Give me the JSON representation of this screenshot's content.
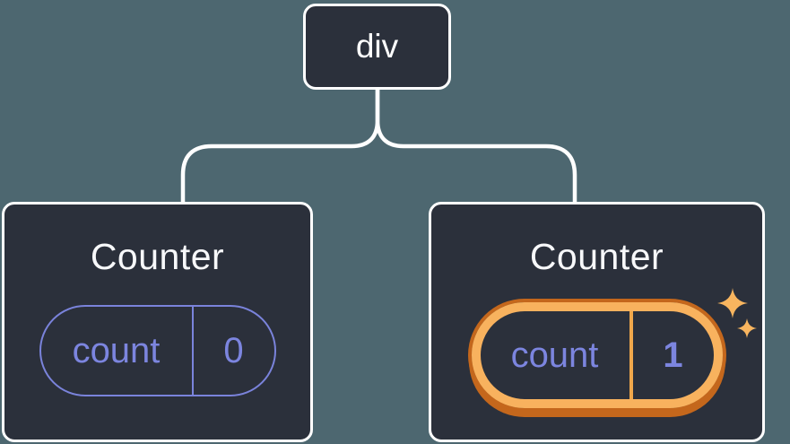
{
  "diagram": {
    "root": {
      "label": "div"
    },
    "counters": [
      {
        "title": "Counter",
        "state": {
          "label": "count",
          "value": "0"
        },
        "highlighted": false
      },
      {
        "title": "Counter",
        "state": {
          "label": "count",
          "value": "1"
        },
        "highlighted": true
      }
    ]
  },
  "colors": {
    "background": "#4D6770",
    "node_fill": "#2B303B",
    "node_border": "#FFFFFF",
    "connector": "#FFFFFF",
    "state_purple": "#7C85DF",
    "highlight_gold": "#F8B25E",
    "highlight_outline": "#C4671C",
    "title_text": "#F7F8FA"
  },
  "icons": {
    "sparkles": "sparkle-stars-icon"
  }
}
